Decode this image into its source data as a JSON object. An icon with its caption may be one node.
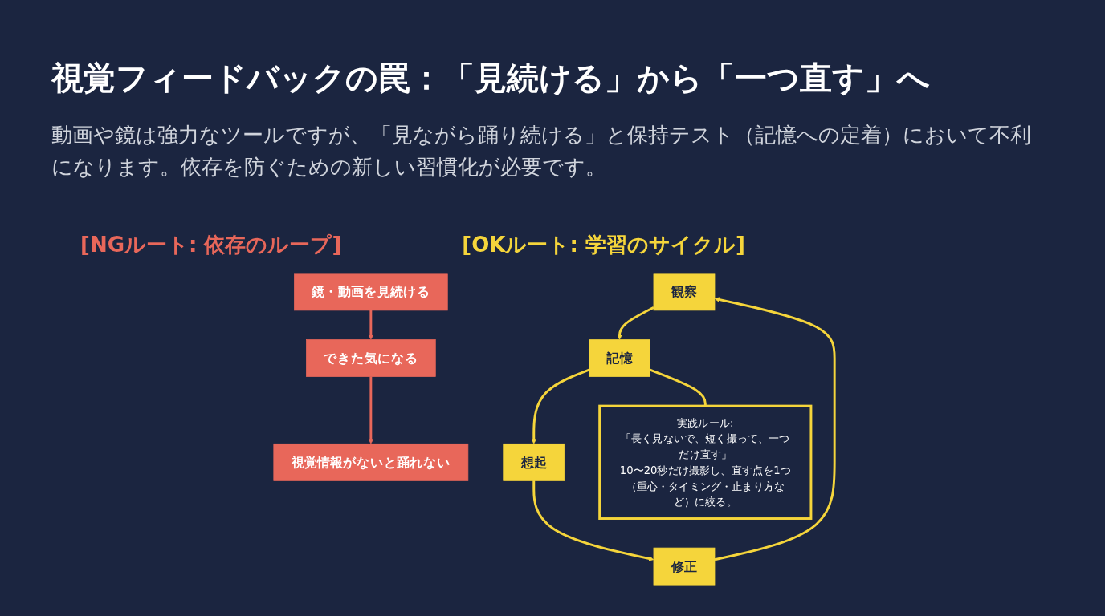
{
  "diagram": {
    "title": "視覚フィードバックの罠：「見続ける」から「一つ直す」へ",
    "nodes": [
      {
        "text": [
          "鏡・動画を見続ける"
        ]
      },
      {
        "text": [
          "できた気になる"
        ]
      },
      {
        "text": [
          "視覚情報がないと踊れない"
        ]
      },
      {
        "text": [
          "観察"
        ]
      },
      {
        "text": [
          "記憶"
        ]
      },
      {
        "text": [
          "想起"
        ]
      },
      {
        "text": [
          "修正"
        ]
      },
      {
        "text": [
          "実践ルール:",
          "「長く見ないで、短く撮って、一つだけ直す」",
          "10〜20秒だけ撮影し、直す点を1つ（重心・タイミング・止まり方など）に絞る。"
        ]
      }
    ],
    "edges": [
      {
        "from": 0,
        "to": 1,
        "arrow": "to",
        "color": "#e8675a"
      },
      {
        "from": 1,
        "to": 2,
        "arrow": "to",
        "color": "#e8675a"
      },
      {
        "from": 3,
        "to": 4,
        "arrow": "to"
      },
      {
        "from": 4,
        "to": 5,
        "arrow": "to"
      },
      {
        "from": 5,
        "to": 6,
        "arrow": "to"
      },
      {
        "from": 6,
        "to": 3,
        "arrow": "to"
      },
      {
        "from": 7,
        "to": 4,
        "arrow": "none"
      }
    ],
    "labels": [
      "動画や鏡は強力なツールですが、「見ながら踊り続ける」と保持テスト（記憶への定着）において不利になります。依存を防ぐための新しい習慣化が必要です。",
      "[NGルート: 依存のループ]",
      "[OKルート: 学習のサイクル]"
    ]
  }
}
